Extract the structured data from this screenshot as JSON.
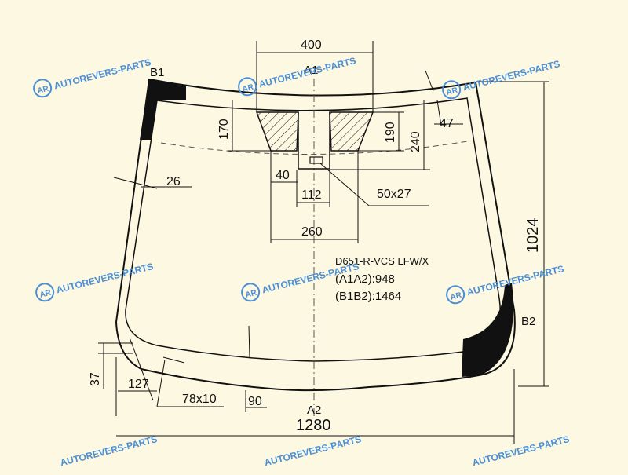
{
  "labels": {
    "a1": "A1",
    "a2": "A2",
    "b1": "B1",
    "b2": "B2"
  },
  "dimensions": {
    "top_width": "400",
    "h170": "170",
    "h190": "190",
    "h240": "240",
    "d47": "47",
    "d26": "26",
    "d40": "40",
    "d112": "112",
    "d50x27": "50x27",
    "d260": "260",
    "height_total": "1024",
    "d37": "37",
    "d127": "127",
    "d78x10": "78x10",
    "d90": "90",
    "width_total": "1280"
  },
  "info": {
    "code": "D651-R-VCS LFW/X",
    "a1a2": "(A1A2):948",
    "b1b2": "(B1B2):1464"
  },
  "watermark": {
    "text": "AUTOREVERS-PARTS",
    "logo": "AR",
    "color": "#4a8fd6"
  },
  "colors": {
    "background": "#fdf8e2",
    "line": "#111111"
  }
}
